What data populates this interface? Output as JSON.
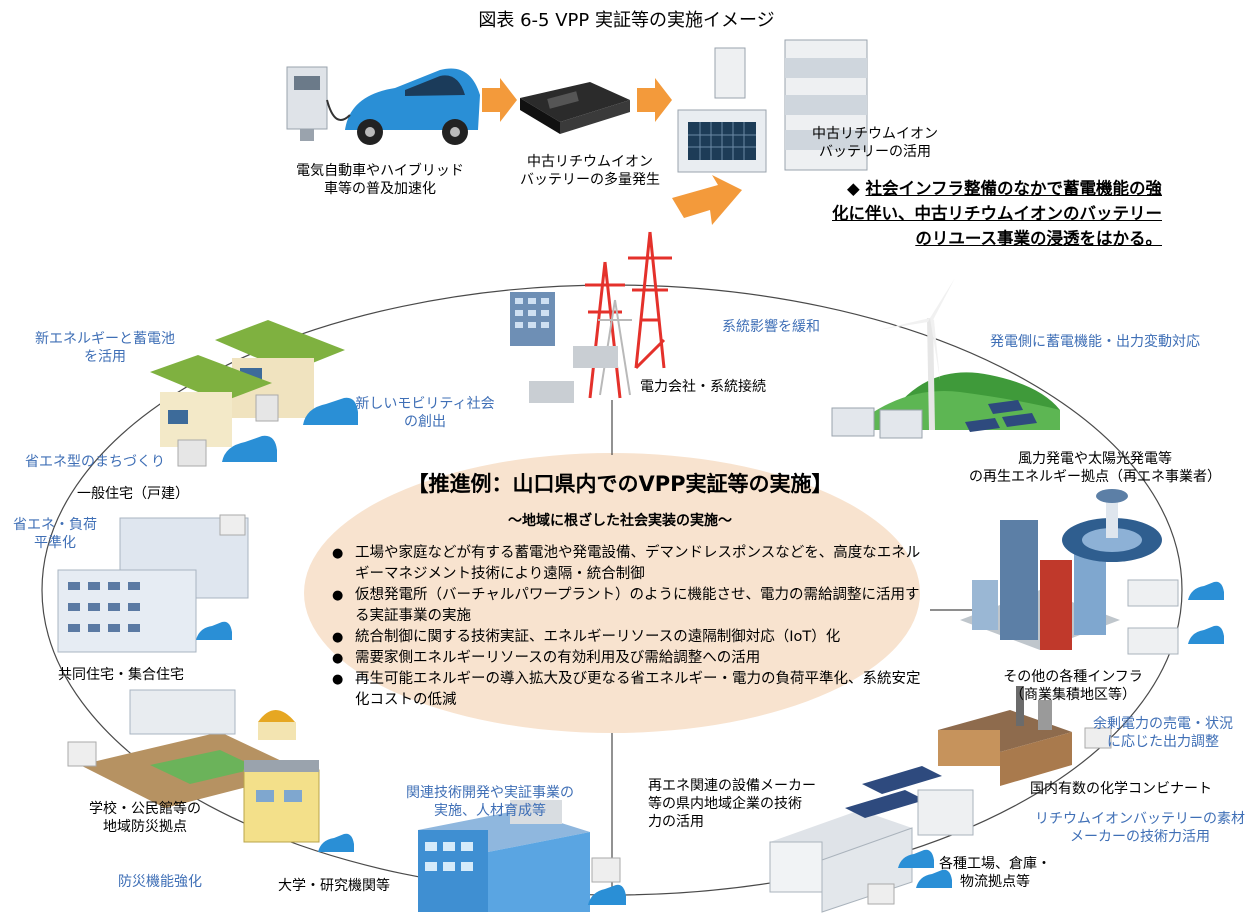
{
  "title": "図表 6-5 VPP 実証等の実施イメージ",
  "top_flow": {
    "ev": "電気自動車やハイブリッド\n車等の普及加速化",
    "battery_surplus": "中古リチウムイオン\nバッテリーの多量発生",
    "battery_use": "中古リチウムイオン\nバッテリーの活用"
  },
  "headline": {
    "marker": "◆",
    "lines": [
      "社会インフラ整備のなかで蓄電機能の強",
      "化に伴い、中古リチウムイオンのバッテリー",
      "のリユース事業の浸透をはかる。"
    ]
  },
  "center": {
    "title": "【推進例：山口県内でのVPP実証等の実施】",
    "subtitle": "～地域に根ざした社会実装の実施～",
    "bullets": [
      "工場や家庭などが有する蓄電池や発電設備、デマンドレスポンスなどを、高度なエネルギーマネジメント技術により遠隔・統合制御",
      "仮想発電所（バーチャルパワープラント）のように機能させ、電力の需給調整に活用する実証事業の実施",
      "統合制御に関する技術実証、エネルギーリソースの遠隔制御対応（IoT）化",
      "需要家側エネルギーリソースの有効利用及び需給調整への活用",
      "再生可能エネルギーの導入拡大及び更なる省エネルギー・電力の負荷平準化、系統安定化コストの低減"
    ]
  },
  "nodes": {
    "power_company": "電力会社・系統接続",
    "grid_relief": "系統影響を緩和",
    "new_mobility": "新しいモビリティ社会\nの創出",
    "new_energy_battery": "新エネルギーと蓄電池\nを活用",
    "eco_town": "省エネ型のまちづくり",
    "house": "一般住宅（戸建）",
    "eco_load": "省エネ・負荷\n平準化",
    "apartment": "共同住宅・集合住宅",
    "school": "学校・公民館等の\n地域防災拠点",
    "disaster": "防災機能強化",
    "university": "大学・研究機関等",
    "research": "関連技術開発や実証事業の\n実施、人材育成等",
    "manufacturer": "再エネ関連の設備メーカー\n等の県内地域企業の技術\n力の活用",
    "factory": "各種工場、倉庫・\n物流拠点等",
    "chemical": "国内有数の化学コンビナート",
    "lithium_material": "リチウムイオンバッテリーの素材\nメーカーの技術力活用",
    "surplus_power": "余剰電力の売電・状況\nに応じた出力調整",
    "infra": "その他の各種インフラ\n（商業集積地区等）",
    "renewable": "風力発電や太陽光発電等\nの再生エネルギー拠点（再エネ事業者）",
    "gen_side": "発電側に蓄電機能・出力変動対応"
  },
  "colors": {
    "blue_text": "#3f6fb6",
    "ellipse": "#f8e3cf",
    "arrow": "#f39a3b",
    "car": "#2a8fd6",
    "tower": "#e4312b"
  }
}
